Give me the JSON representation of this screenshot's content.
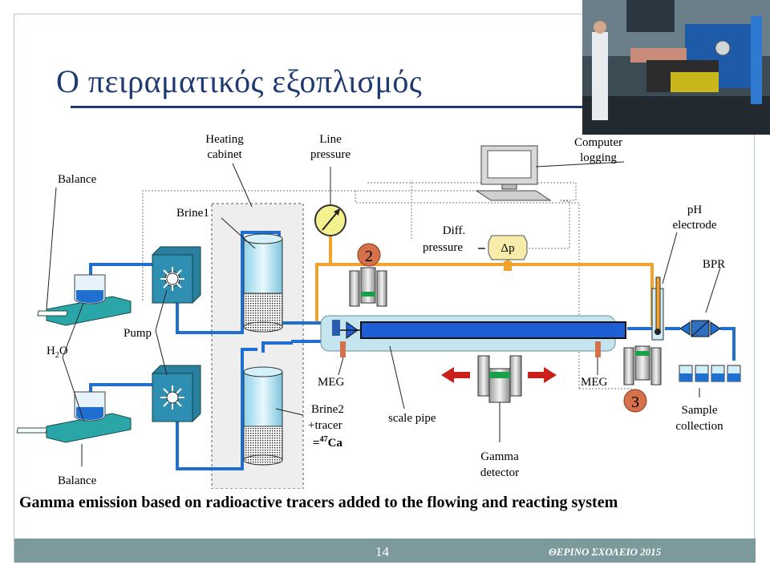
{
  "slide": {
    "title": "Ο πειραματικός εξοπλισμός",
    "caption": "Gamma emission based on radioactive tracers added to the flowing and reacting system",
    "page_number": "14",
    "footer": "ΘΕΡΙΝΟ ΣΧΟΛΕΙΟ 2015"
  },
  "diagram": {
    "labels": {
      "balance_top": "Balance",
      "balance_bottom": "Balance",
      "h2o": "H",
      "h2o_sub": "2",
      "h2o_end": "O",
      "pump": "Pump",
      "heating_cabinet_1": "Heating",
      "heating_cabinet_2": "cabinet",
      "brine1": "Brine1",
      "brine2": "Brine2",
      "tracer": "+tracer",
      "ca_prefix": "=",
      "ca_mass": "47",
      "ca_symbol": "Ca",
      "line_pressure_1": "Line",
      "line_pressure_2": "pressure",
      "diff_pressure_1": "Diff.",
      "diff_pressure_2": "pressure",
      "dp": "Δp",
      "computer_logging_1": "Computer",
      "computer_logging_2": "logging",
      "ph_electrode_1": "pH",
      "ph_electrode_2": "electrode",
      "bpr": "BPR",
      "meg_left": "MEG",
      "meg_right": "MEG",
      "scale_pipe": "scale pipe",
      "gamma_detector_1": "Gamma",
      "gamma_detector_2": "detector",
      "sample_collection_1": "Sample",
      "sample_collection_2": "collection",
      "detector_2": "2",
      "detector_3": "3"
    },
    "colors": {
      "water": "#1f6fd1",
      "orange_line": "#f2a12a",
      "device": "#2aa5a8",
      "marker": "#d4704a",
      "arrow_red": "#c9201a",
      "title_blue": "#1f3a73",
      "footer_bar": "#7c9a9c"
    }
  }
}
